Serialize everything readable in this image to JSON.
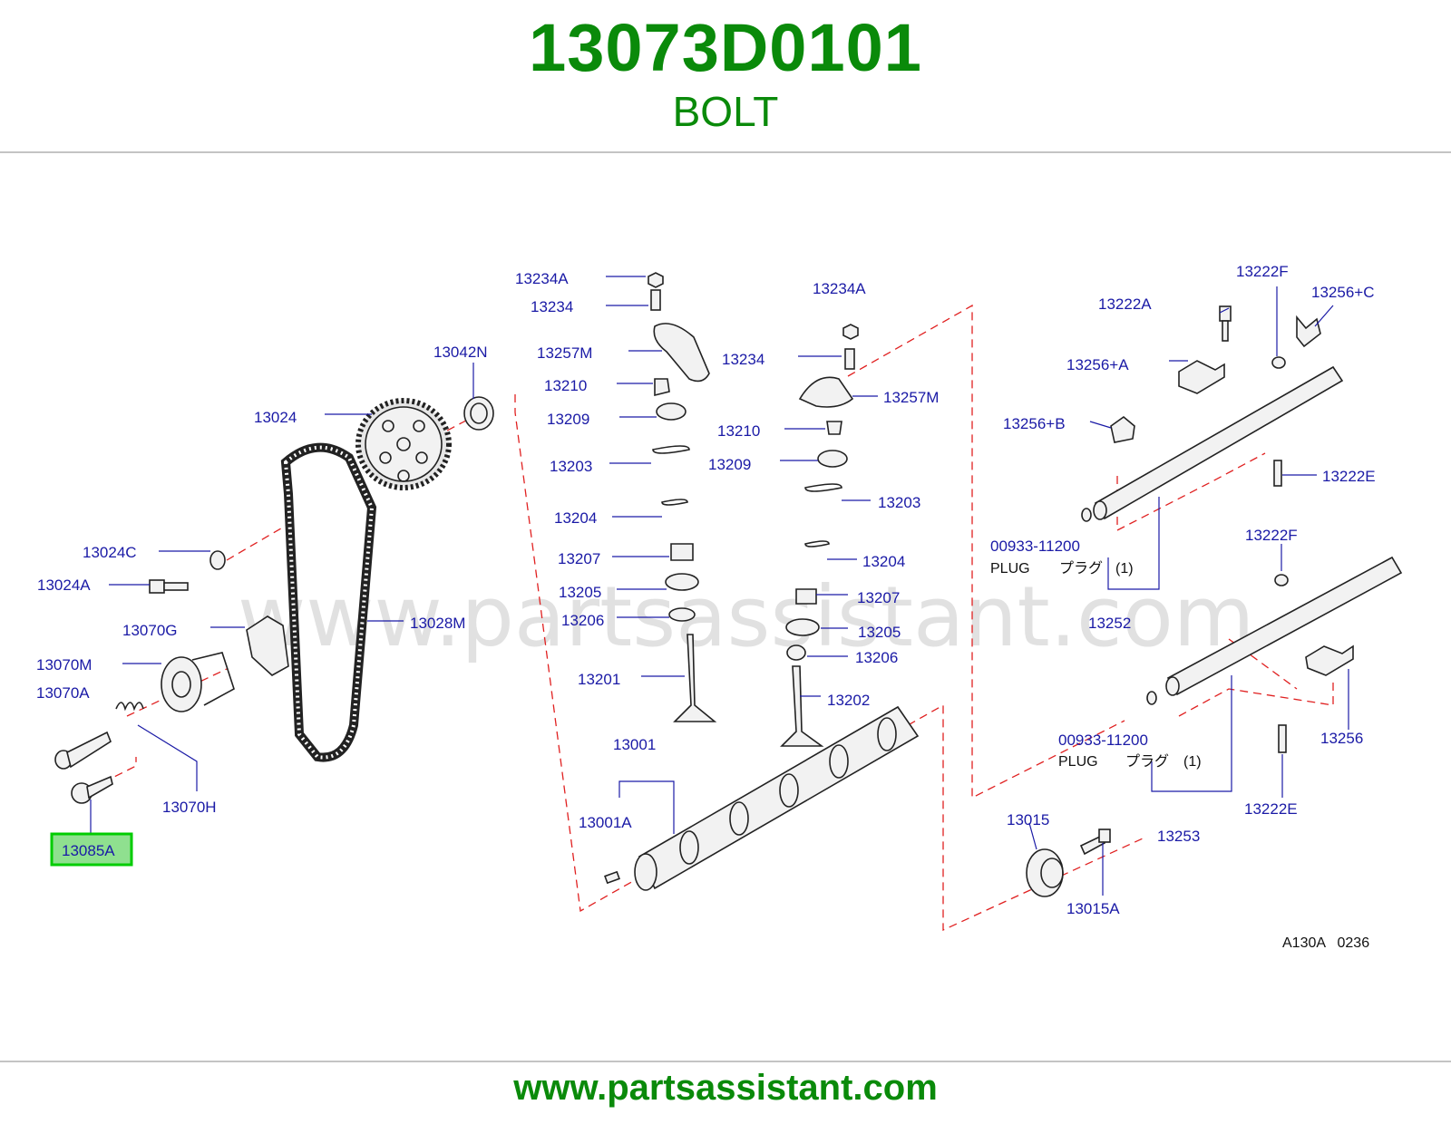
{
  "header": {
    "part_number": "13073D0101",
    "part_name": "BOLT"
  },
  "footer": {
    "url": "www.partsassistant.com"
  },
  "watermark": "www.partsassistant.com",
  "diagram_code": "A130A   0236",
  "highlight_color": "#00cc00",
  "labels": {
    "l13234A_a": "13234A",
    "l13234_a": "13234",
    "l13257M_a": "13257M",
    "l13210_a": "13210",
    "l13209_a": "13209",
    "l13203_a": "13203",
    "l13204_a": "13204",
    "l13207_a": "13207",
    "l13205_a": "13205",
    "l13206_a": "13206",
    "l13201": "13201",
    "l13234A_b": "13234A",
    "l13234_b": "13234",
    "l13257M_b": "13257M",
    "l13210_b": "13210",
    "l13209_b": "13209",
    "l13203_b": "13203",
    "l13204_b": "13204",
    "l13207_b": "13207",
    "l13205_b": "13205",
    "l13206_b": "13206",
    "l13202": "13202",
    "l13042N": "13042N",
    "l13024": "13024",
    "l13024C": "13024C",
    "l13024A": "13024A",
    "l13028M": "13028M",
    "l13070G": "13070G",
    "l13070M": "13070M",
    "l13070A": "13070A",
    "l13070H": "13070H",
    "l13085A": "13085A",
    "l13001": "13001",
    "l13001A": "13001A",
    "l13015": "13015",
    "l13015A": "13015A",
    "l13222F_a": "13222F",
    "l13222A": "13222A",
    "l13256C": "13256+C",
    "l13256A": "13256+A",
    "l13256B": "13256+B",
    "l13222E_a": "13222E",
    "l00933_a": "00933-11200",
    "plug_a": "PLUG",
    "plug_jp_a": "プラグ",
    "plug_qty_a": "(1)",
    "l13252": "13252",
    "l13222F_b": "13222F",
    "l00933_b": "00933-11200",
    "plug_b": "PLUG",
    "plug_jp_b": "プラグ",
    "plug_qty_b": "(1)",
    "l13253": "13253",
    "l13256": "13256",
    "l13222E_b": "13222E"
  }
}
